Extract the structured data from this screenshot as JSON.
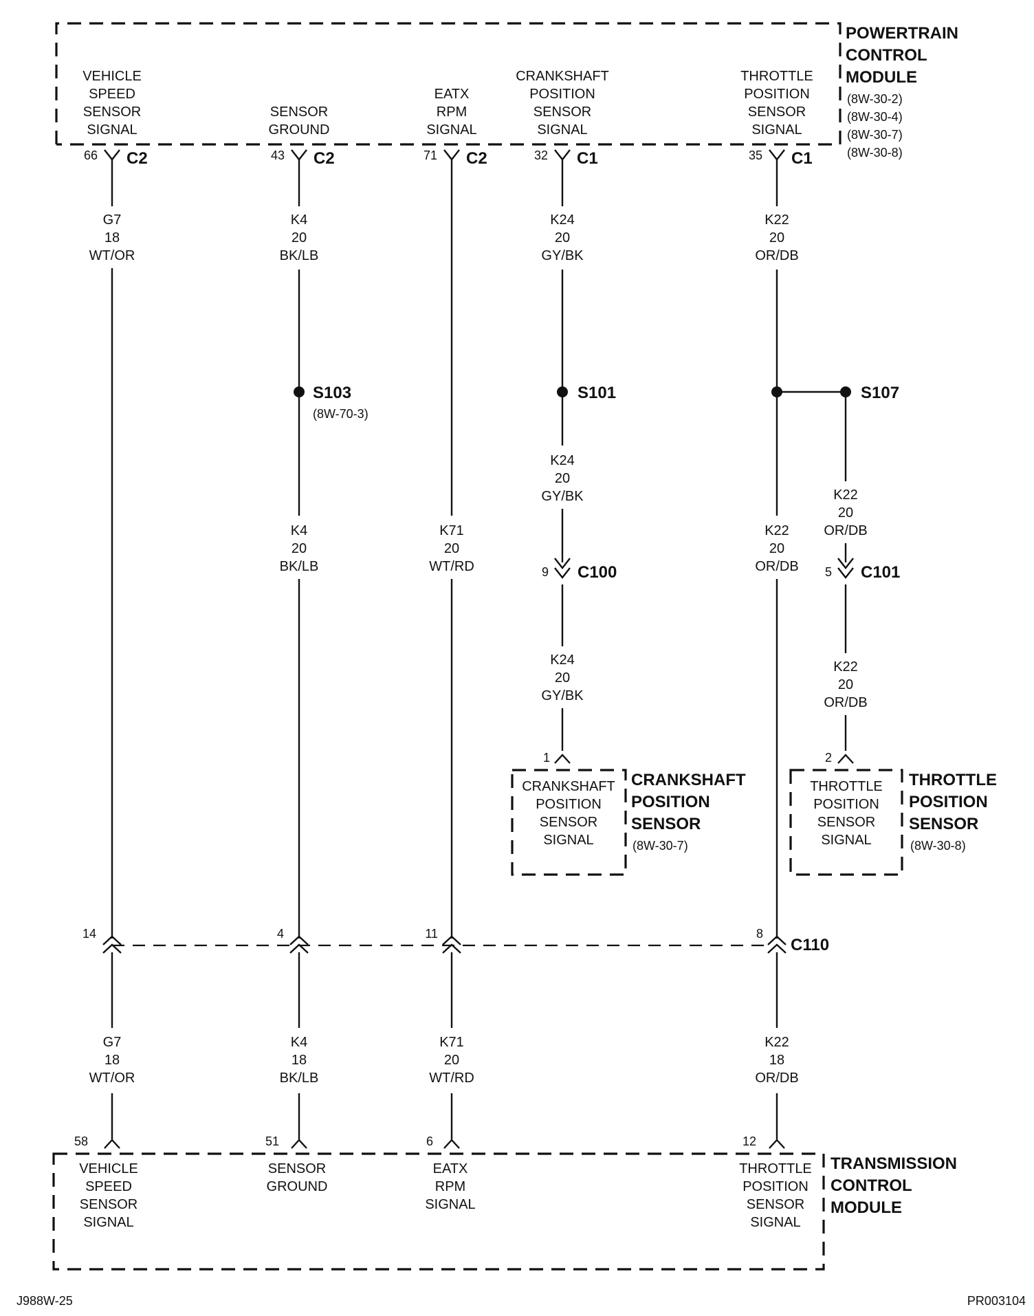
{
  "pcm": {
    "title": [
      "POWERTRAIN",
      "CONTROL",
      "MODULE"
    ],
    "refs": [
      "(8W-30-2)",
      "(8W-30-4)",
      "(8W-30-7)",
      "(8W-30-8)"
    ],
    "signals": {
      "vss": [
        "VEHICLE",
        "SPEED",
        "SENSOR",
        "SIGNAL"
      ],
      "gnd": [
        "SENSOR",
        "GROUND"
      ],
      "eatx": [
        "EATX",
        "RPM",
        "SIGNAL"
      ],
      "ckp": [
        "CRANKSHAFT",
        "POSITION",
        "SENSOR",
        "SIGNAL"
      ],
      "tps": [
        "THROTTLE",
        "POSITION",
        "SENSOR",
        "SIGNAL"
      ]
    },
    "pins": {
      "vss": {
        "num": "66",
        "conn": "C2"
      },
      "gnd": {
        "num": "43",
        "conn": "C2"
      },
      "eatx": {
        "num": "71",
        "conn": "C2"
      },
      "ckp": {
        "num": "32",
        "conn": "C1"
      },
      "tps": {
        "num": "35",
        "conn": "C1"
      }
    }
  },
  "wires": {
    "vss_upper": [
      "G7",
      "18",
      "WT/OR"
    ],
    "gnd_upper": [
      "K4",
      "20",
      "BK/LB"
    ],
    "ckp_upper": [
      "K24",
      "20",
      "GY/BK"
    ],
    "tps_upper": [
      "K22",
      "20",
      "OR/DB"
    ],
    "gnd_mid": [
      "K4",
      "20",
      "BK/LB"
    ],
    "eatx_mid": [
      "K71",
      "20",
      "WT/RD"
    ],
    "ckp_mid": [
      "K24",
      "20",
      "GY/BK"
    ],
    "ckp_low": [
      "K24",
      "20",
      "GY/BK"
    ],
    "tps_mid": [
      "K22",
      "20",
      "OR/DB"
    ],
    "tps_branch_1": [
      "K22",
      "20",
      "OR/DB"
    ],
    "tps_branch_2": [
      "K22",
      "20",
      "OR/DB"
    ],
    "vss_lower": [
      "G7",
      "18",
      "WT/OR"
    ],
    "gnd_lower": [
      "K4",
      "18",
      "BK/LB"
    ],
    "eatx_lower": [
      "K71",
      "20",
      "WT/RD"
    ],
    "tps_lower": [
      "K22",
      "18",
      "OR/DB"
    ]
  },
  "splices": {
    "s103": {
      "name": "S103",
      "ref": "(8W-70-3)"
    },
    "s101": {
      "name": "S101"
    },
    "s107": {
      "name": "S107"
    }
  },
  "inline_connectors": {
    "c100": {
      "name": "C100",
      "pin": "9"
    },
    "c101": {
      "name": "C101",
      "pin": "5"
    },
    "c110": {
      "name": "C110",
      "pins": [
        "14",
        "4",
        "11",
        "8"
      ]
    }
  },
  "ckp_sensor": {
    "pin": "1",
    "title": [
      "CRANKSHAFT",
      "POSITION",
      "SENSOR"
    ],
    "ref": "(8W-30-7)",
    "body": [
      "CRANKSHAFT",
      "POSITION",
      "SENSOR",
      "SIGNAL"
    ]
  },
  "tp_sensor": {
    "pin": "2",
    "title": [
      "THROTTLE",
      "POSITION",
      "SENSOR"
    ],
    "ref": "(8W-30-8)",
    "body": [
      "THROTTLE",
      "POSITION",
      "SENSOR",
      "SIGNAL"
    ]
  },
  "tcm": {
    "title": [
      "TRANSMISSION",
      "CONTROL",
      "MODULE"
    ],
    "pins": {
      "vss": "58",
      "gnd": "51",
      "eatx": "6",
      "tps": "12"
    },
    "signals": {
      "vss": [
        "VEHICLE",
        "SPEED",
        "SENSOR",
        "SIGNAL"
      ],
      "gnd": [
        "SENSOR",
        "GROUND"
      ],
      "eatx": [
        "EATX",
        "RPM",
        "SIGNAL"
      ],
      "tps": [
        "THROTTLE",
        "POSITION",
        "SENSOR",
        "SIGNAL"
      ]
    }
  },
  "footer": {
    "left": "J988W-25",
    "right": "PR003104"
  }
}
